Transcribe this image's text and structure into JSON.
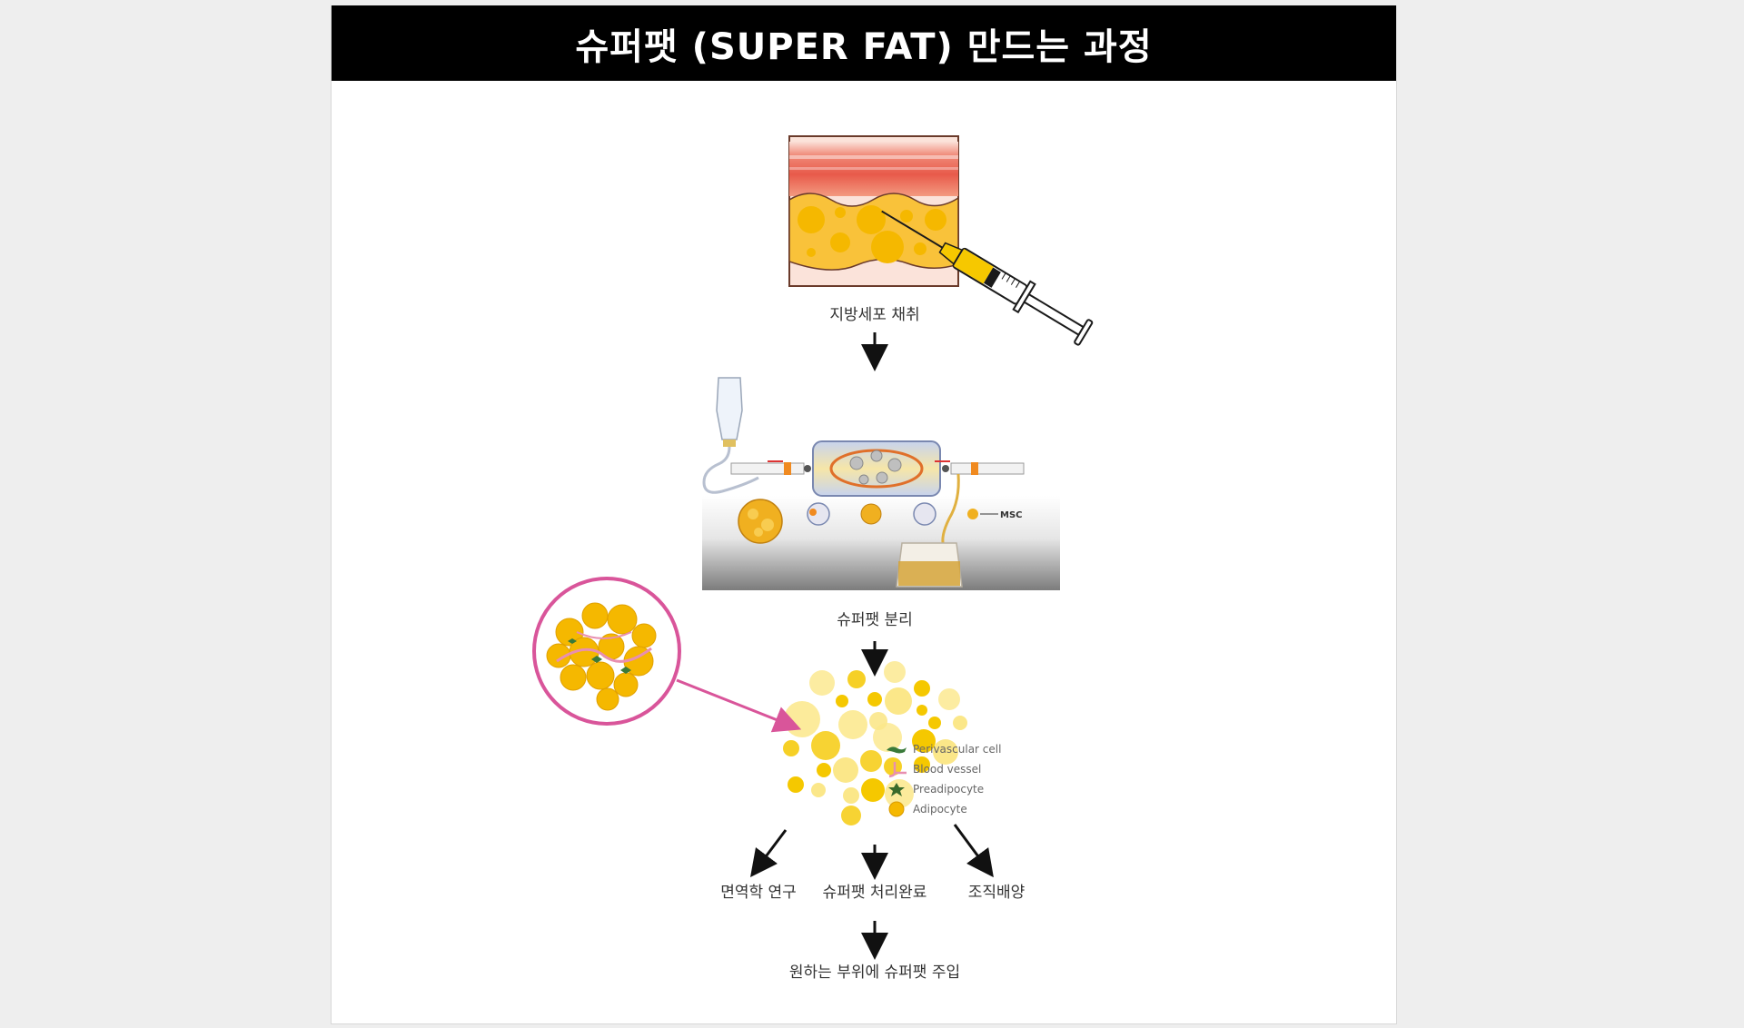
{
  "header": {
    "title": "슈퍼팻 (SUPER FAT) 만드는 과정"
  },
  "steps": {
    "harvest": "지방세포 채취",
    "separation": "슈퍼팻 분리",
    "branch_immunology": "면역학 연구",
    "branch_processed": "슈퍼팻 처리완료",
    "branch_culture": "조직배양",
    "injection": "원하는 부위에 슈퍼팻 주입"
  },
  "device": {
    "msc_label": "MSC"
  },
  "legend": [
    {
      "icon": "perivascular-cell-icon",
      "label": "Perivascular cell"
    },
    {
      "icon": "blood-vessel-icon",
      "label": "Blood vessel"
    },
    {
      "icon": "preadipocyte-icon",
      "label": "Preadipocyte"
    },
    {
      "icon": "adipocyte-icon",
      "label": "Adipocyte"
    }
  ],
  "colors": {
    "adipocyte": "#f5b800",
    "adipocyte_light": "#fbe789",
    "skin": "#f08070",
    "highlight_ring": "#d9559a",
    "title_bar": "#000000"
  }
}
